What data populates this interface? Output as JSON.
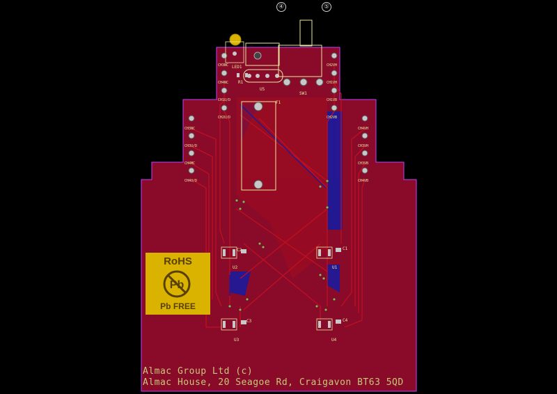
{
  "markers": [
    "④",
    "⑤"
  ],
  "left_header_pads": [
    "CH3NC",
    "CH4NC",
    "CH1U/D",
    "CH2U/D"
  ],
  "left_side_pads": [
    "CH3NC",
    "CH3U/D",
    "CH4MC",
    "CH4U/D"
  ],
  "right_header_pads": [
    "CH2VH",
    "CH1VH",
    "CH1VB",
    "CH2VB"
  ],
  "right_side_pads": [
    "CH4VH",
    "CH3VH",
    "CH3VB",
    "CH4VB"
  ],
  "refs": {
    "led": "LED1",
    "r1": "R1",
    "u5": "U5",
    "sw1": "SW1",
    "f1": "F1",
    "u1": "U1",
    "u2": "U2",
    "u3": "U3",
    "u4": "U4",
    "c1": "C1",
    "c2": "C2",
    "c3": "C3",
    "c4": "C4"
  },
  "logo": {
    "title": "RoHS",
    "mark": "Pb",
    "subtitle": "Pb FREE"
  },
  "footer": {
    "line1": "Almac Group Ltd (c)",
    "line2": "Almac House, 20 Seagoe Rd, Craigavon BT63 5QD"
  },
  "colors": {
    "board": "#8a0a2a",
    "copper_bottom": "#1a1a9c",
    "trace": "#c01020",
    "silk": "#e8e8a0",
    "edge": "#c040ff",
    "background": "#000000"
  }
}
